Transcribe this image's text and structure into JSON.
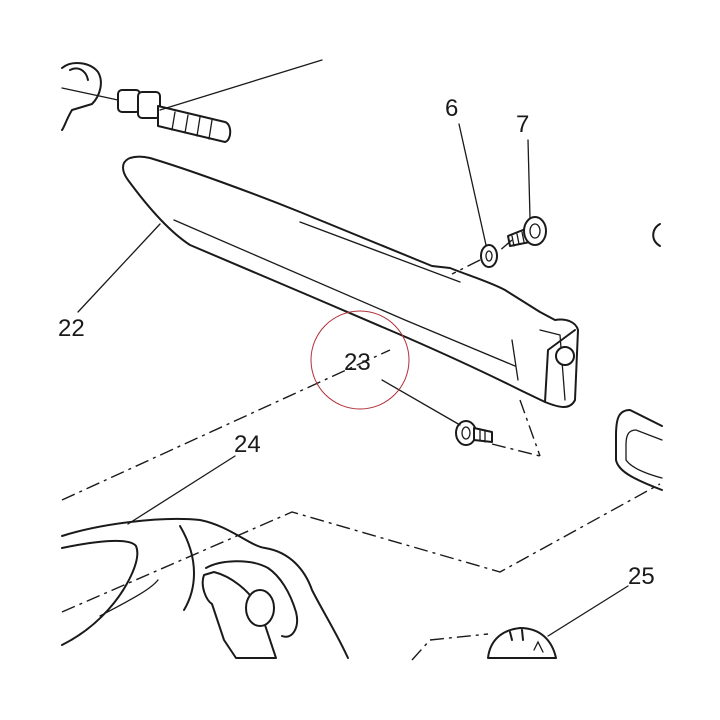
{
  "callouts": [
    {
      "id": "6",
      "label": "6"
    },
    {
      "id": "7",
      "label": "7"
    },
    {
      "id": "22",
      "label": "22"
    },
    {
      "id": "23",
      "label": "23"
    },
    {
      "id": "24",
      "label": "24"
    },
    {
      "id": "25",
      "label": "25"
    }
  ],
  "highlight_color": "#b0303a",
  "line_color": "#1a1a1a"
}
